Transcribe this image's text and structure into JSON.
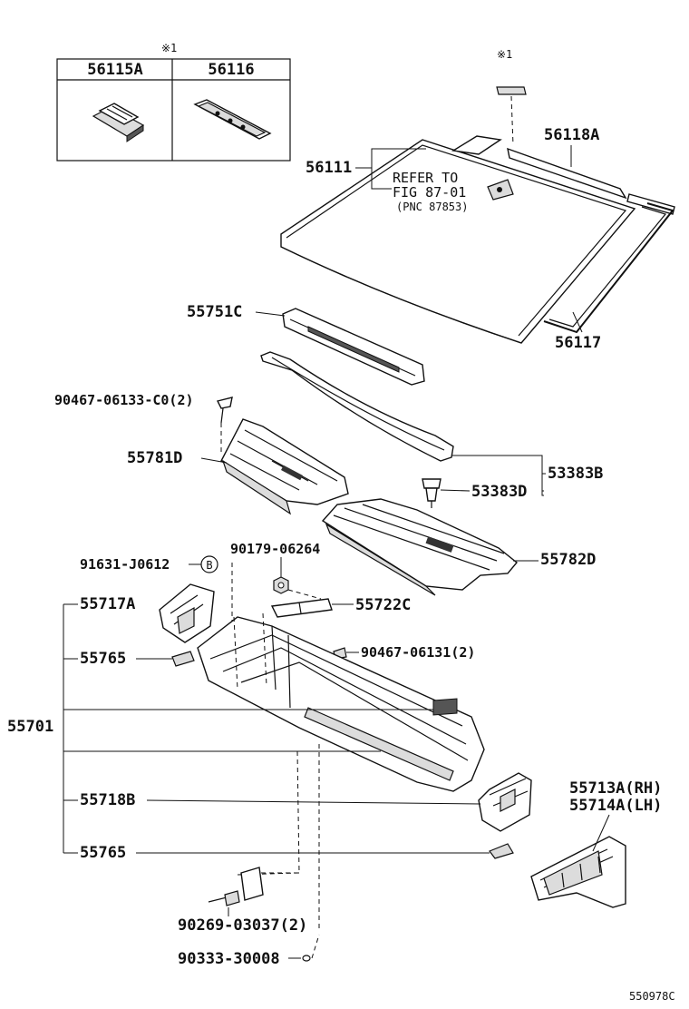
{
  "inset": {
    "mark": "※1",
    "col1": "56115A",
    "col2": "56116"
  },
  "parts": {
    "p56118A_mark": "※1",
    "p56118A": "56118A",
    "p56111": "56111",
    "refer_line1": "REFER TO",
    "refer_line2": "FIG 87-01",
    "refer_line3": "(PNC 87853)",
    "p56117": "56117",
    "p55751C": "55751C",
    "p90467_06133": "90467-06133-C0(2)",
    "p55781D": "55781D",
    "p53383B": "53383B",
    "p53383D": "53383D",
    "p90179": "90179-06264",
    "p55782D": "55782D",
    "p91631": "91631-J0612",
    "callout_B": "B",
    "p55717A": "55717A",
    "p55722C": "55722C",
    "p55765_top": "55765",
    "p90467_06131": "90467-06131(2)",
    "p55701": "55701",
    "p55718B": "55718B",
    "p55713A": "55713A(RH)",
    "p55714A": "55714A(LH)",
    "p55765_bottom": "55765",
    "p90269": "90269-03037(2)",
    "p90333": "90333-30008",
    "figure_code": "550978C"
  }
}
